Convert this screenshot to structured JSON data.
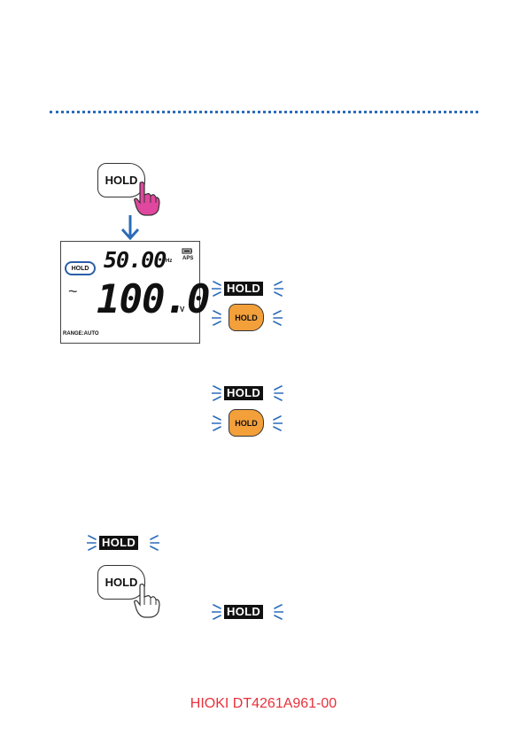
{
  "buttons": {
    "hold_text": "HOLD"
  },
  "lcd": {
    "hold_indicator": "HOLD",
    "frequency_value": "50.00",
    "frequency_unit": "Hz",
    "aps_label": "APS",
    "ac_symbol": "~",
    "voltage_value": "100.0",
    "voltage_unit": "V",
    "range_label": "RANGE:AUTO"
  },
  "indicators": {
    "hold_label": "HOLD"
  },
  "footer": {
    "doc_code": "HIOKI DT4261A961-00"
  },
  "colors": {
    "accent_blue": "#2b6cb8",
    "hold_orange": "#f3a03a",
    "hand_pink": "#e0479e",
    "footer_red": "#e8303a"
  }
}
